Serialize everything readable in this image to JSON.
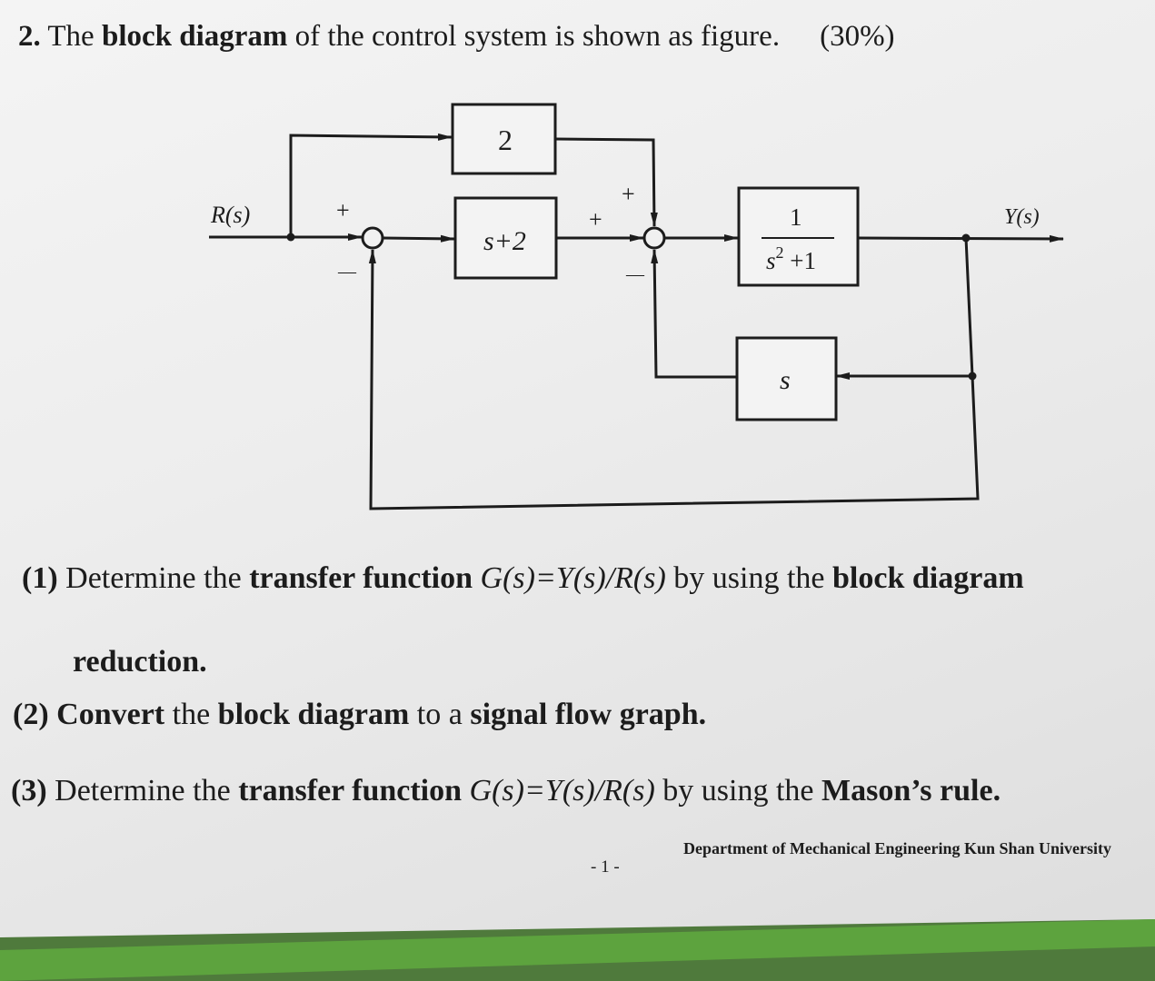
{
  "question": {
    "number": "2.",
    "prefix": " The ",
    "bold_term": "block diagram",
    "suffix": " of the control system is shown as figure.",
    "points": "(30%)"
  },
  "diagram": {
    "input_label": "R(s)",
    "output_label": "Y(s)",
    "blocks": {
      "top": "2",
      "forward": "s+2",
      "plant_num": "1",
      "plant_den_base": "s",
      "plant_den_exp": "2",
      "plant_den_rest": " +1",
      "feedback": "s"
    },
    "signs": {
      "j1_plus": "+",
      "j1_minus": "—",
      "j2_plus_top": "+",
      "j2_plus_left": "+",
      "j2_minus": "—"
    }
  },
  "items": [
    {
      "num": "(1)",
      "t1": " Determine the ",
      "b1": "transfer function",
      "math": " G(s)=Y(s)/R(s) ",
      "t2": "by using the ",
      "b2": "block diagram"
    },
    {
      "cont": "reduction."
    },
    {
      "num": "(2)",
      "b1": " Convert",
      "t1": " the ",
      "b2": "block diagram",
      "t2": " to a ",
      "b3": "signal flow graph."
    },
    {
      "num": "(3)",
      "t1": " Determine the ",
      "b1": "transfer function",
      "math": " G(s)=Y(s)/R(s) ",
      "t2": "by using the ",
      "b2": "Mason’s rule."
    }
  ],
  "footer": {
    "page": "- 1 -",
    "department": "Department of Mechanical Engineering Kun Shan University"
  },
  "colors": {
    "ink": "#1c1c1c",
    "paper": "#eeeeee",
    "desk": "#5da33e"
  }
}
